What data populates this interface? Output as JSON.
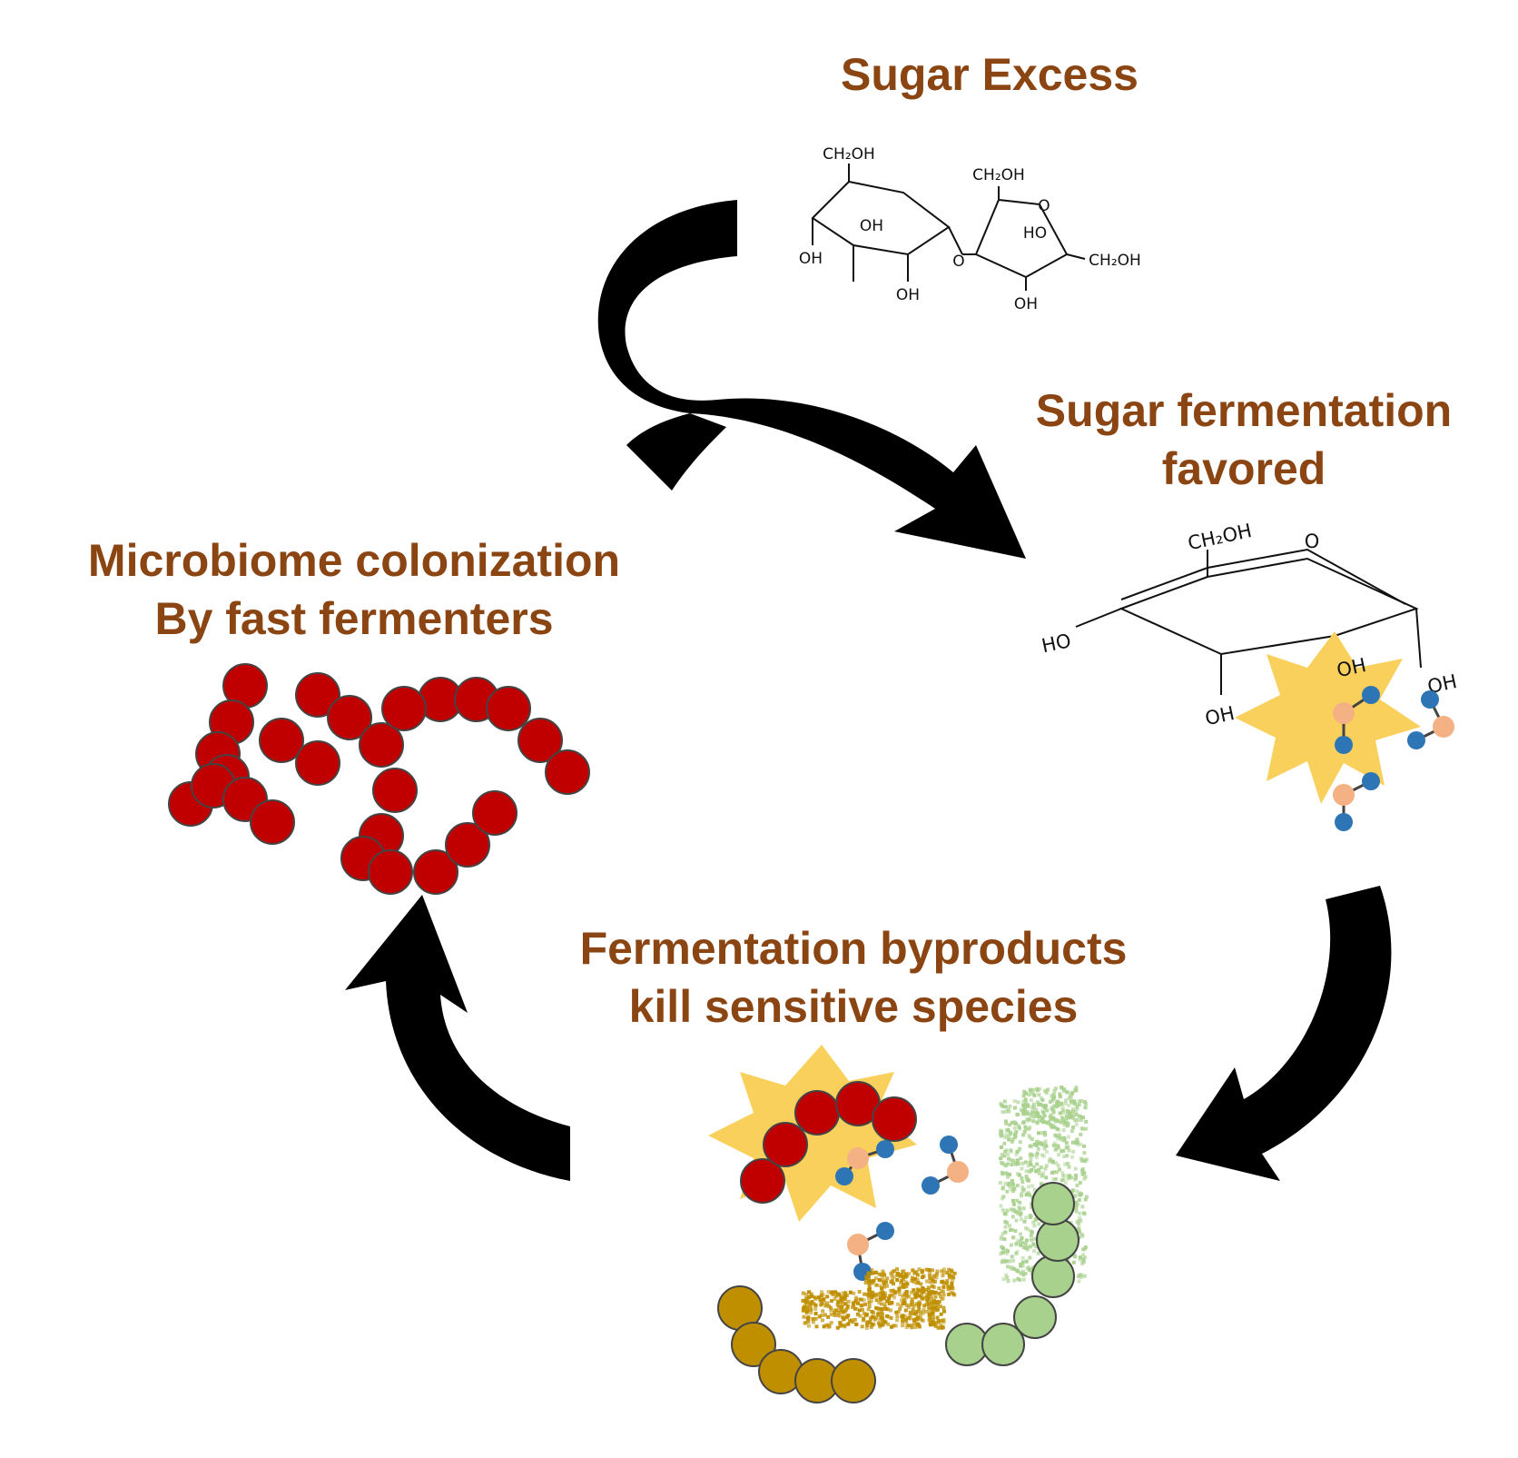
{
  "labels": {
    "sugar_excess": "Sugar Excess",
    "fermentation_favored": [
      "Sugar fermentation",
      "favored"
    ],
    "microbiome_colonization": [
      "Microbiome colonization",
      "By fast fermenters"
    ],
    "byproducts": [
      "Fermentation byproducts",
      "kill sensitive species"
    ]
  },
  "sucrose": {
    "glucose_ring": [
      "CH₂OH",
      "OH",
      "OH",
      "OH"
    ],
    "linkage_oxygen": "O",
    "fructose_ring": [
      "CH₂OH",
      "HO",
      "CH₂OH",
      "OH"
    ],
    "ring_oxygen": "O"
  },
  "glucose_molecule": {
    "groups": [
      "CH₂OH",
      "O",
      "HO",
      "OH",
      "OH",
      "OH"
    ]
  },
  "colors": {
    "label": "#8b4513",
    "arrow": "#000000",
    "fast_fermenter": "#c00000",
    "starburst": "#f9d05c",
    "byproduct_center": "#f4b183",
    "byproduct_end": "#2e75b6",
    "ochre_species": "#bf8f00",
    "green_species": "#a9d18e"
  },
  "icons": [
    "curved-arrow",
    "sucrose-molecule",
    "glucose-molecule",
    "starburst",
    "byproduct-molecule",
    "bacteria-chain"
  ]
}
